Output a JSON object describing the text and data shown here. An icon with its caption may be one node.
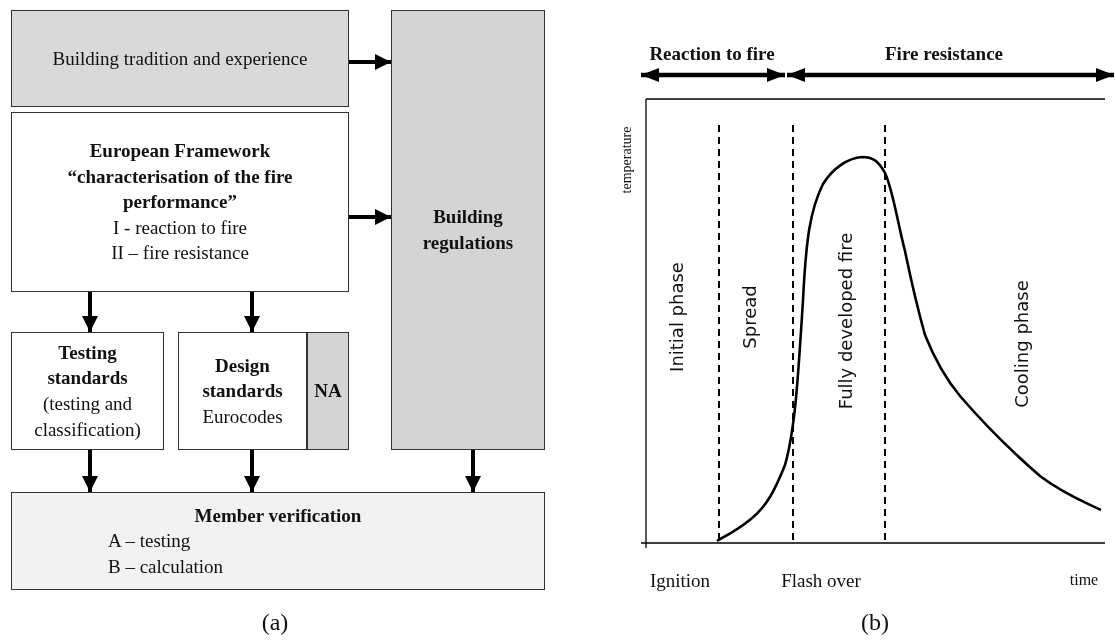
{
  "diagram": {
    "nodes": [
      {
        "text": [
          "Building tradition and experience"
        ]
      },
      {
        "text": [
          "European Framework “characterisation of the fire performance”",
          "I - reaction to fire",
          "II – fire resistance"
        ]
      },
      {
        "text": [
          "Building regulations"
        ]
      },
      {
        "text": [
          "Testing standards",
          "(testing and classification)"
        ]
      },
      {
        "text": [
          "Design standards",
          "Eurocodes"
        ]
      },
      {
        "text": [
          "NA"
        ]
      },
      {
        "text": [
          "Member verification",
          "A – testing",
          "B – calculation"
        ]
      }
    ],
    "edges": [
      {
        "from": 0,
        "to": 2,
        "arrow": "to"
      },
      {
        "from": 1,
        "to": 2,
        "arrow": "to"
      },
      {
        "from": 1,
        "to": 3,
        "arrow": "to"
      },
      {
        "from": 1,
        "to": 4,
        "arrow": "to"
      },
      {
        "from": 3,
        "to": 6,
        "arrow": "to"
      },
      {
        "from": 4,
        "to": 6,
        "arrow": "to"
      },
      {
        "from": 2,
        "to": 6,
        "arrow": "to"
      }
    ],
    "labels": [
      "Reaction to fire",
      "Fire resistance",
      "temperature",
      "Initial phase",
      "Spread",
      "Fully developed fire",
      "Cooling phase",
      "Ignition",
      "Flash over",
      "time",
      "(a)",
      "(b)"
    ]
  }
}
